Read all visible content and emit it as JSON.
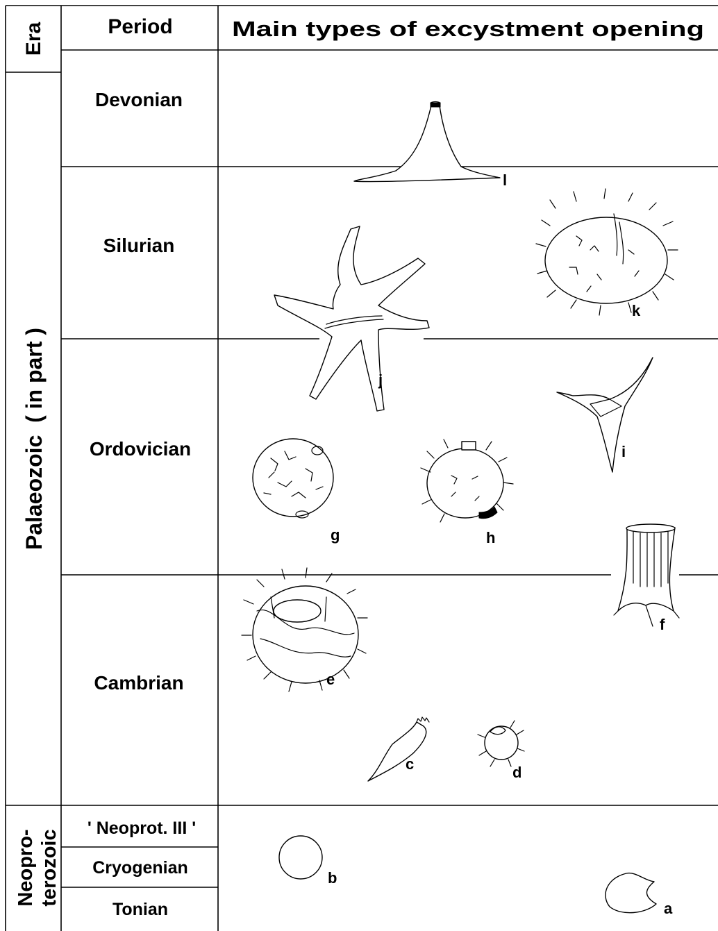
{
  "header": {
    "era": "Era",
    "period": "Period",
    "main": "Main types of excystment opening"
  },
  "eras": {
    "palaeozoic": "Palaeozoic  ( in part )",
    "neoproterozoic_line1": "Neopro-",
    "neoproterozoic_line2": "terozoic"
  },
  "periods": {
    "devonian": "Devonian",
    "silurian": "Silurian",
    "ordovician": "Ordovician",
    "cambrian": "Cambrian",
    "neoprot_iii": "' Neoprot. III '",
    "cryogenian": "Cryogenian",
    "tonian": "Tonian"
  },
  "specimen_labels": {
    "a": "a",
    "b": "b",
    "c": "c",
    "d": "d",
    "e": "e",
    "f": "f",
    "g": "g",
    "h": "h",
    "i": "i",
    "j": "j",
    "k": "k",
    "l": "l"
  }
}
